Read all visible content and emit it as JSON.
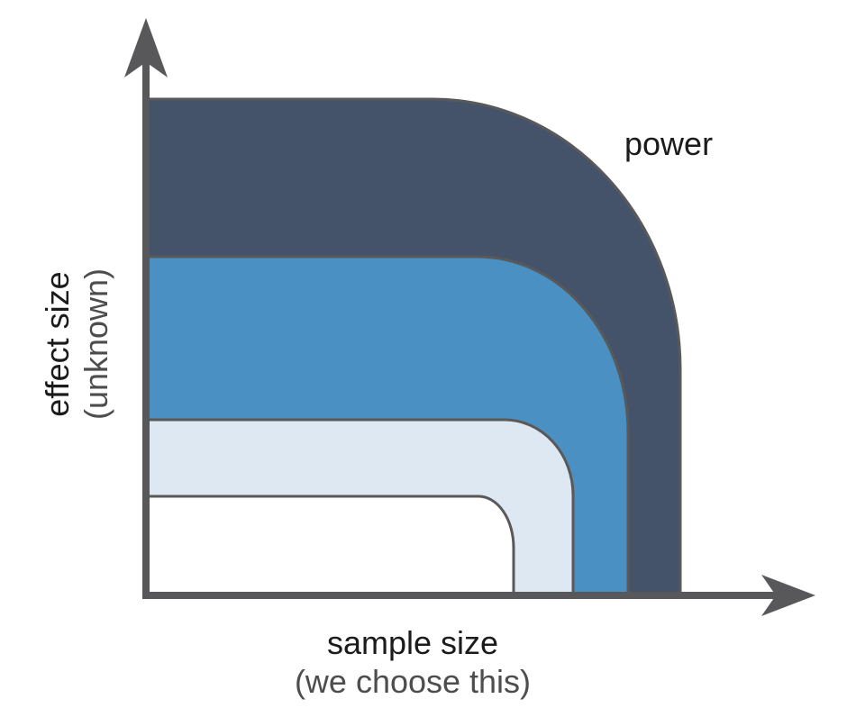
{
  "figure": {
    "power_label": "power",
    "x_label_line1": "sample size",
    "x_label_line2": "(we choose this)",
    "y_label_line1": "effect size",
    "y_label_line2": "(unknown)"
  },
  "colors": {
    "band_outer": "#45536A",
    "band_second": "#4A90C2",
    "band_third": "#DEE8F2",
    "band_inner": "#FFFFFF",
    "region_outline": "#595959",
    "axis": "#58585A",
    "label_primary": "#1B1B1B",
    "label_secondary": "#4D4D4D"
  },
  "chart_data": {
    "type": "area",
    "title": "",
    "xlabel": "sample size (we choose this)",
    "ylabel": "effect size (unknown)",
    "annotation": "power",
    "grid": false,
    "bands_outer_to_inner": [
      {
        "fill": "#45536A"
      },
      {
        "fill": "#4A90C2"
      },
      {
        "fill": "#DEE8F2"
      },
      {
        "fill": "#FFFFFF"
      }
    ]
  }
}
